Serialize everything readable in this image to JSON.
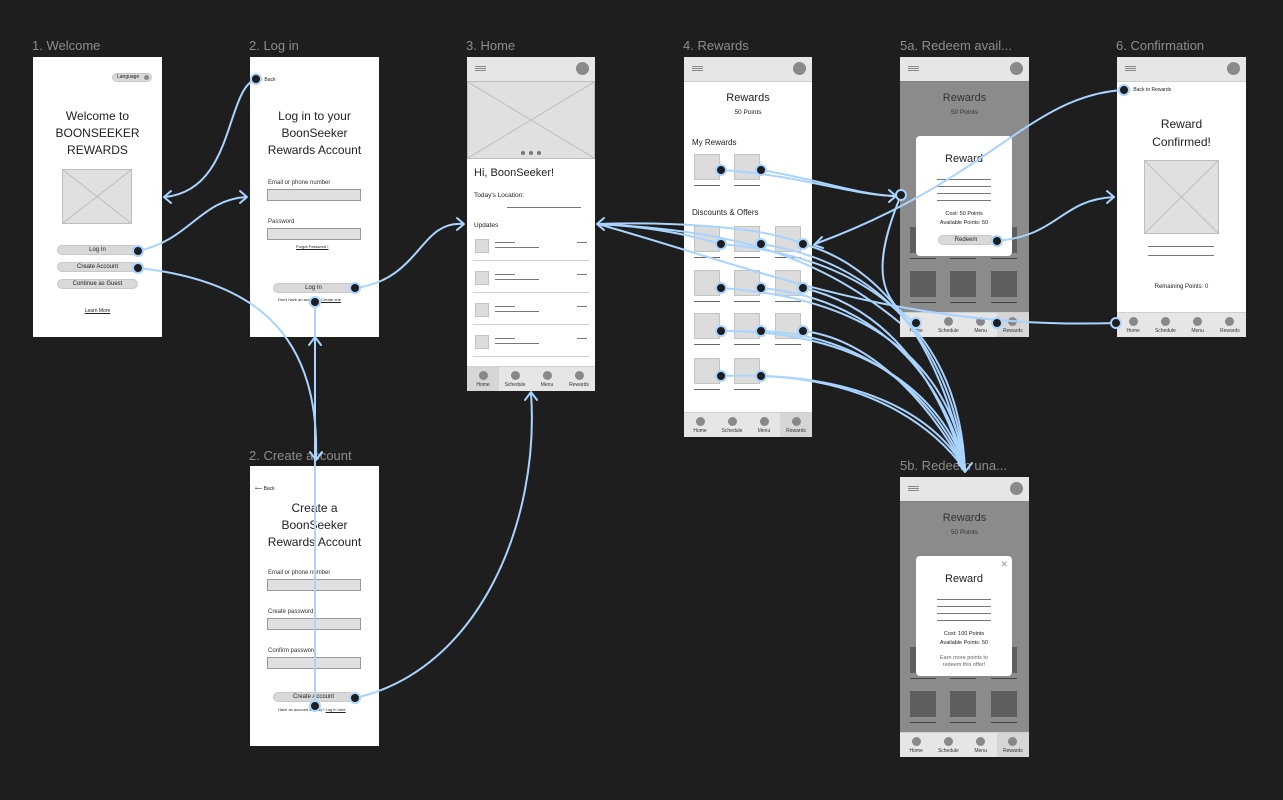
{
  "labels": {
    "welcome": "1. Welcome",
    "login": "2. Log in",
    "home": "3. Home",
    "rewards": "4. Rewards",
    "redeem_a": "5a. Redeem avail...",
    "confirmation": "6. Confirmation",
    "create": "2. Create account",
    "redeem_b": "5b. Redeem una..."
  },
  "welcome": {
    "language": "Language",
    "title": [
      "Welcome to",
      "BOONSEEKER",
      "REWARDS"
    ],
    "login": "Log In",
    "create": "Create Account",
    "guest": "Continue as Guest",
    "learn": "Learn More"
  },
  "login": {
    "back": "Back",
    "title": [
      "Log in to your",
      "BoonSeeker",
      "Rewards Account"
    ],
    "email_label": "Email or phone number",
    "password_label": "Password",
    "forgot": "Forgot Password?",
    "button": "Log In",
    "no_account": "Don't have an account?",
    "create_link": "Create one"
  },
  "home": {
    "greeting": "Hi, BoonSeeker!",
    "location": "Today's Location:",
    "updates": "Updates",
    "nav": [
      "Home",
      "Schedule",
      "Menu",
      "Rewards"
    ]
  },
  "rewards": {
    "title": "Rewards",
    "points": "50 Points",
    "my_rewards": "My Rewards",
    "discounts": "Discounts & Offers",
    "nav": [
      "Home",
      "Schedule",
      "Menu",
      "Rewards"
    ]
  },
  "redeem_a": {
    "title": "Rewards",
    "points": "50 Points",
    "modal_title": "Reward",
    "cost": "Cost:   50 Points",
    "available": "Available Points:   50",
    "button": "Redeem",
    "nav": [
      "Home",
      "Schedule",
      "Menu",
      "Rewards"
    ]
  },
  "confirmation": {
    "back": "Back to Rewards",
    "title": [
      "Reward",
      "Confirmed!"
    ],
    "remaining": "Remaining Points:   0",
    "nav": [
      "Home",
      "Schedule",
      "Menu",
      "Rewards"
    ]
  },
  "create": {
    "back": "Back",
    "title": [
      "Create a",
      "BoonSeeker",
      "Rewards Account"
    ],
    "email_label": "Email or phone number",
    "password_label": "Create password",
    "confirm_label": "Confirm password",
    "button": "Create Account",
    "have_account": "Have an account already?",
    "login_link": "Log in here"
  },
  "redeem_b": {
    "title": "Rewards",
    "points": "50 Points",
    "modal_title": "Reward",
    "cost": "Cost:   100 Points",
    "available": "Available Points:   50",
    "message": [
      "Earn more points to",
      "redeem this offer!"
    ],
    "nav": [
      "Home",
      "Schedule",
      "Menu",
      "Rewards"
    ]
  },
  "colors": {
    "canvas": "#1e1e1e",
    "frame": "#ffffff",
    "flow": "#a8d4ff"
  }
}
